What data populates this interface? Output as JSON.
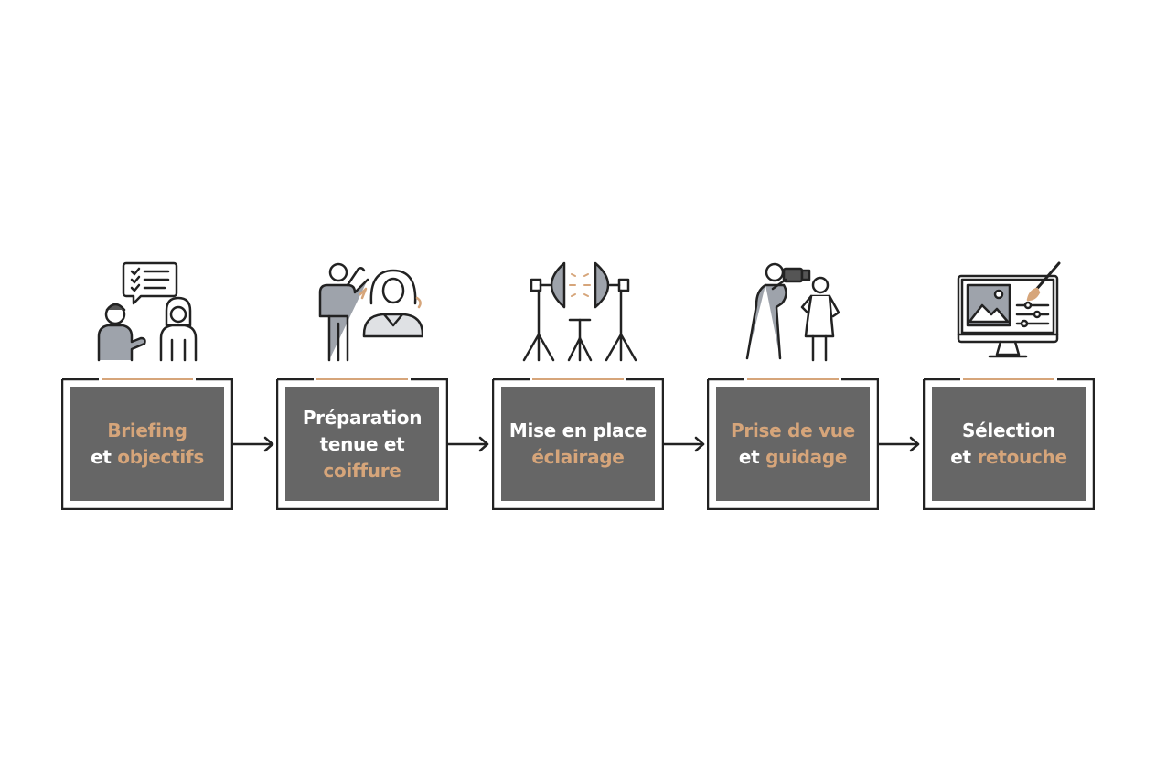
{
  "diagram": {
    "steps": [
      {
        "icon": "briefing-people-icon",
        "lines": [
          [
            {
              "text": "Briefing",
              "accent": true
            }
          ],
          [
            {
              "text": "et ",
              "accent": false
            },
            {
              "text": "objectifs",
              "accent": true
            }
          ]
        ]
      },
      {
        "icon": "styling-people-icon",
        "lines": [
          [
            {
              "text": "Préparation",
              "accent": false
            }
          ],
          [
            {
              "text": "tenue et",
              "accent": false
            }
          ],
          [
            {
              "text": "coiffure",
              "accent": true
            }
          ]
        ]
      },
      {
        "icon": "studio-lights-icon",
        "lines": [
          [
            {
              "text": "Mise en place",
              "accent": false
            }
          ],
          [
            {
              "text": "éclairage",
              "accent": true
            }
          ]
        ]
      },
      {
        "icon": "photographer-model-icon",
        "lines": [
          [
            {
              "text": "Prise de vue",
              "accent": true
            }
          ],
          [
            {
              "text": "et ",
              "accent": false
            },
            {
              "text": "guidage",
              "accent": true
            }
          ]
        ]
      },
      {
        "icon": "monitor-retouch-icon",
        "lines": [
          [
            {
              "text": "Sélection",
              "accent": false
            }
          ],
          [
            {
              "text": "et ",
              "accent": false
            },
            {
              "text": "retouche",
              "accent": true
            }
          ]
        ]
      }
    ]
  },
  "colors": {
    "card": "#666666",
    "accent": "#d6a57a",
    "text": "#ffffff",
    "outline": "#222222",
    "icon_fill": "#9ea3ab"
  }
}
